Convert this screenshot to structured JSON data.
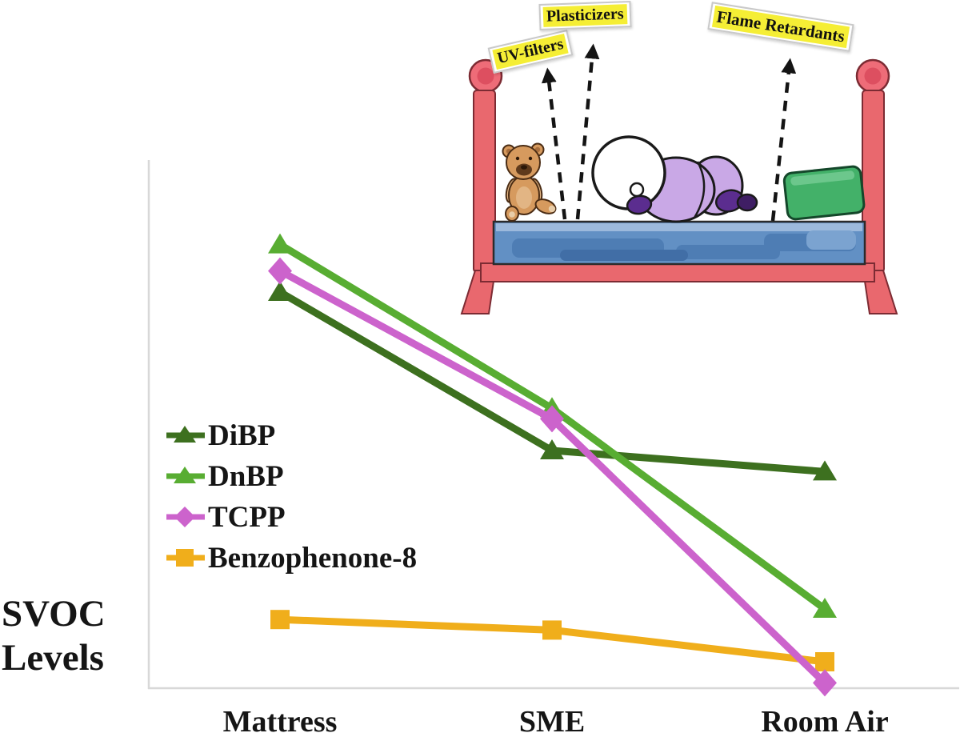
{
  "chart_data": {
    "type": "line",
    "title": "",
    "categories": [
      "Mattress",
      "SME",
      "Room Air"
    ],
    "series": [
      {
        "name": "DiBP",
        "marker": "triangle",
        "color": "#3d701f",
        "values": [
          75,
          45,
          41
        ]
      },
      {
        "name": "DnBP",
        "marker": "triangle",
        "color": "#58ad32",
        "values": [
          84,
          53,
          15
        ]
      },
      {
        "name": "TCPP",
        "marker": "diamond",
        "color": "#cc63cc",
        "values": [
          79,
          51,
          1
        ]
      },
      {
        "name": "Benzophenone-8",
        "marker": "square",
        "color": "#f0ae1b",
        "values": [
          13,
          11,
          5
        ]
      }
    ],
    "xlabel": "",
    "ylabel": "SVOC Levels",
    "ylabel_lines": [
      "SVOC",
      "Levels"
    ],
    "ylim": [
      0,
      100
    ],
    "grid": false,
    "legend_position": "middle-left",
    "y_axis_numeric_labels": false,
    "axis_color": "#d8d8d8",
    "note": "Y axis is unlabeled in the figure; values are relative levels estimated on a 0-100 scale."
  },
  "illustration": {
    "callout_labels": [
      {
        "text": "UV-filters"
      },
      {
        "text": "Plasticizers"
      },
      {
        "text": "Flame Retardants"
      }
    ],
    "elements": [
      "crib-frame",
      "crib-mattress",
      "teddy-bear",
      "sleeping-baby",
      "pillow",
      "dashed-emission-arrows"
    ],
    "colors": {
      "label_background": "#f5ee35",
      "crib_red": "#e9686e",
      "mattress_blue": "#6290c4",
      "pillow_green": "#43b169",
      "baby_suit_lavender": "#c9a8e6",
      "baby_mitten_purple": "#5b2d8f",
      "teddy_brown": "#d69b5e"
    }
  }
}
